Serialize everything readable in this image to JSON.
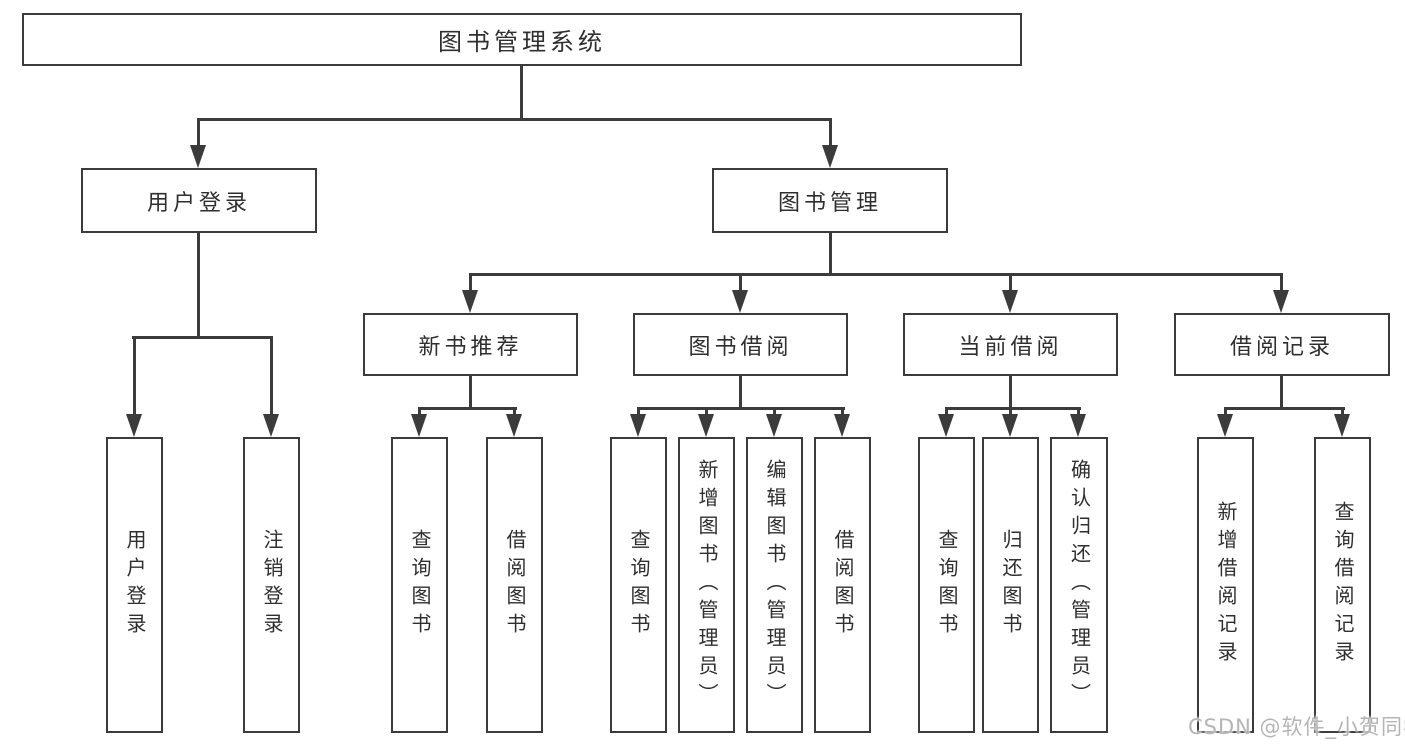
{
  "colors": {
    "line": "#3b3b3b",
    "text": "#2f2f2f",
    "watermark": "#b5b5b5",
    "background": "#ffffff"
  },
  "diagram": {
    "root": {
      "label": "图书管理系统"
    },
    "login": {
      "label": "用户登录",
      "leaves": [
        {
          "label": "用户登录"
        },
        {
          "label": "注销登录"
        }
      ]
    },
    "management": {
      "label": "图书管理",
      "sections": [
        {
          "label": "新书推荐",
          "leaves": [
            {
              "label": "查询图书"
            },
            {
              "label": "借阅图书"
            }
          ]
        },
        {
          "label": "图书借阅",
          "leaves": [
            {
              "label": "查询图书"
            },
            {
              "label": "新增图书（管理员）"
            },
            {
              "label": "编辑图书（管理员）"
            },
            {
              "label": "借阅图书"
            }
          ]
        },
        {
          "label": "当前借阅",
          "leaves": [
            {
              "label": "查询图书"
            },
            {
              "label": "归还图书"
            },
            {
              "label": "确认归还（管理员）"
            }
          ]
        },
        {
          "label": "借阅记录",
          "leaves": [
            {
              "label": "新增借阅记录"
            },
            {
              "label": "查询借阅记录"
            }
          ]
        }
      ]
    }
  },
  "watermark": {
    "label": "CSDN @软件_小贺同学"
  }
}
